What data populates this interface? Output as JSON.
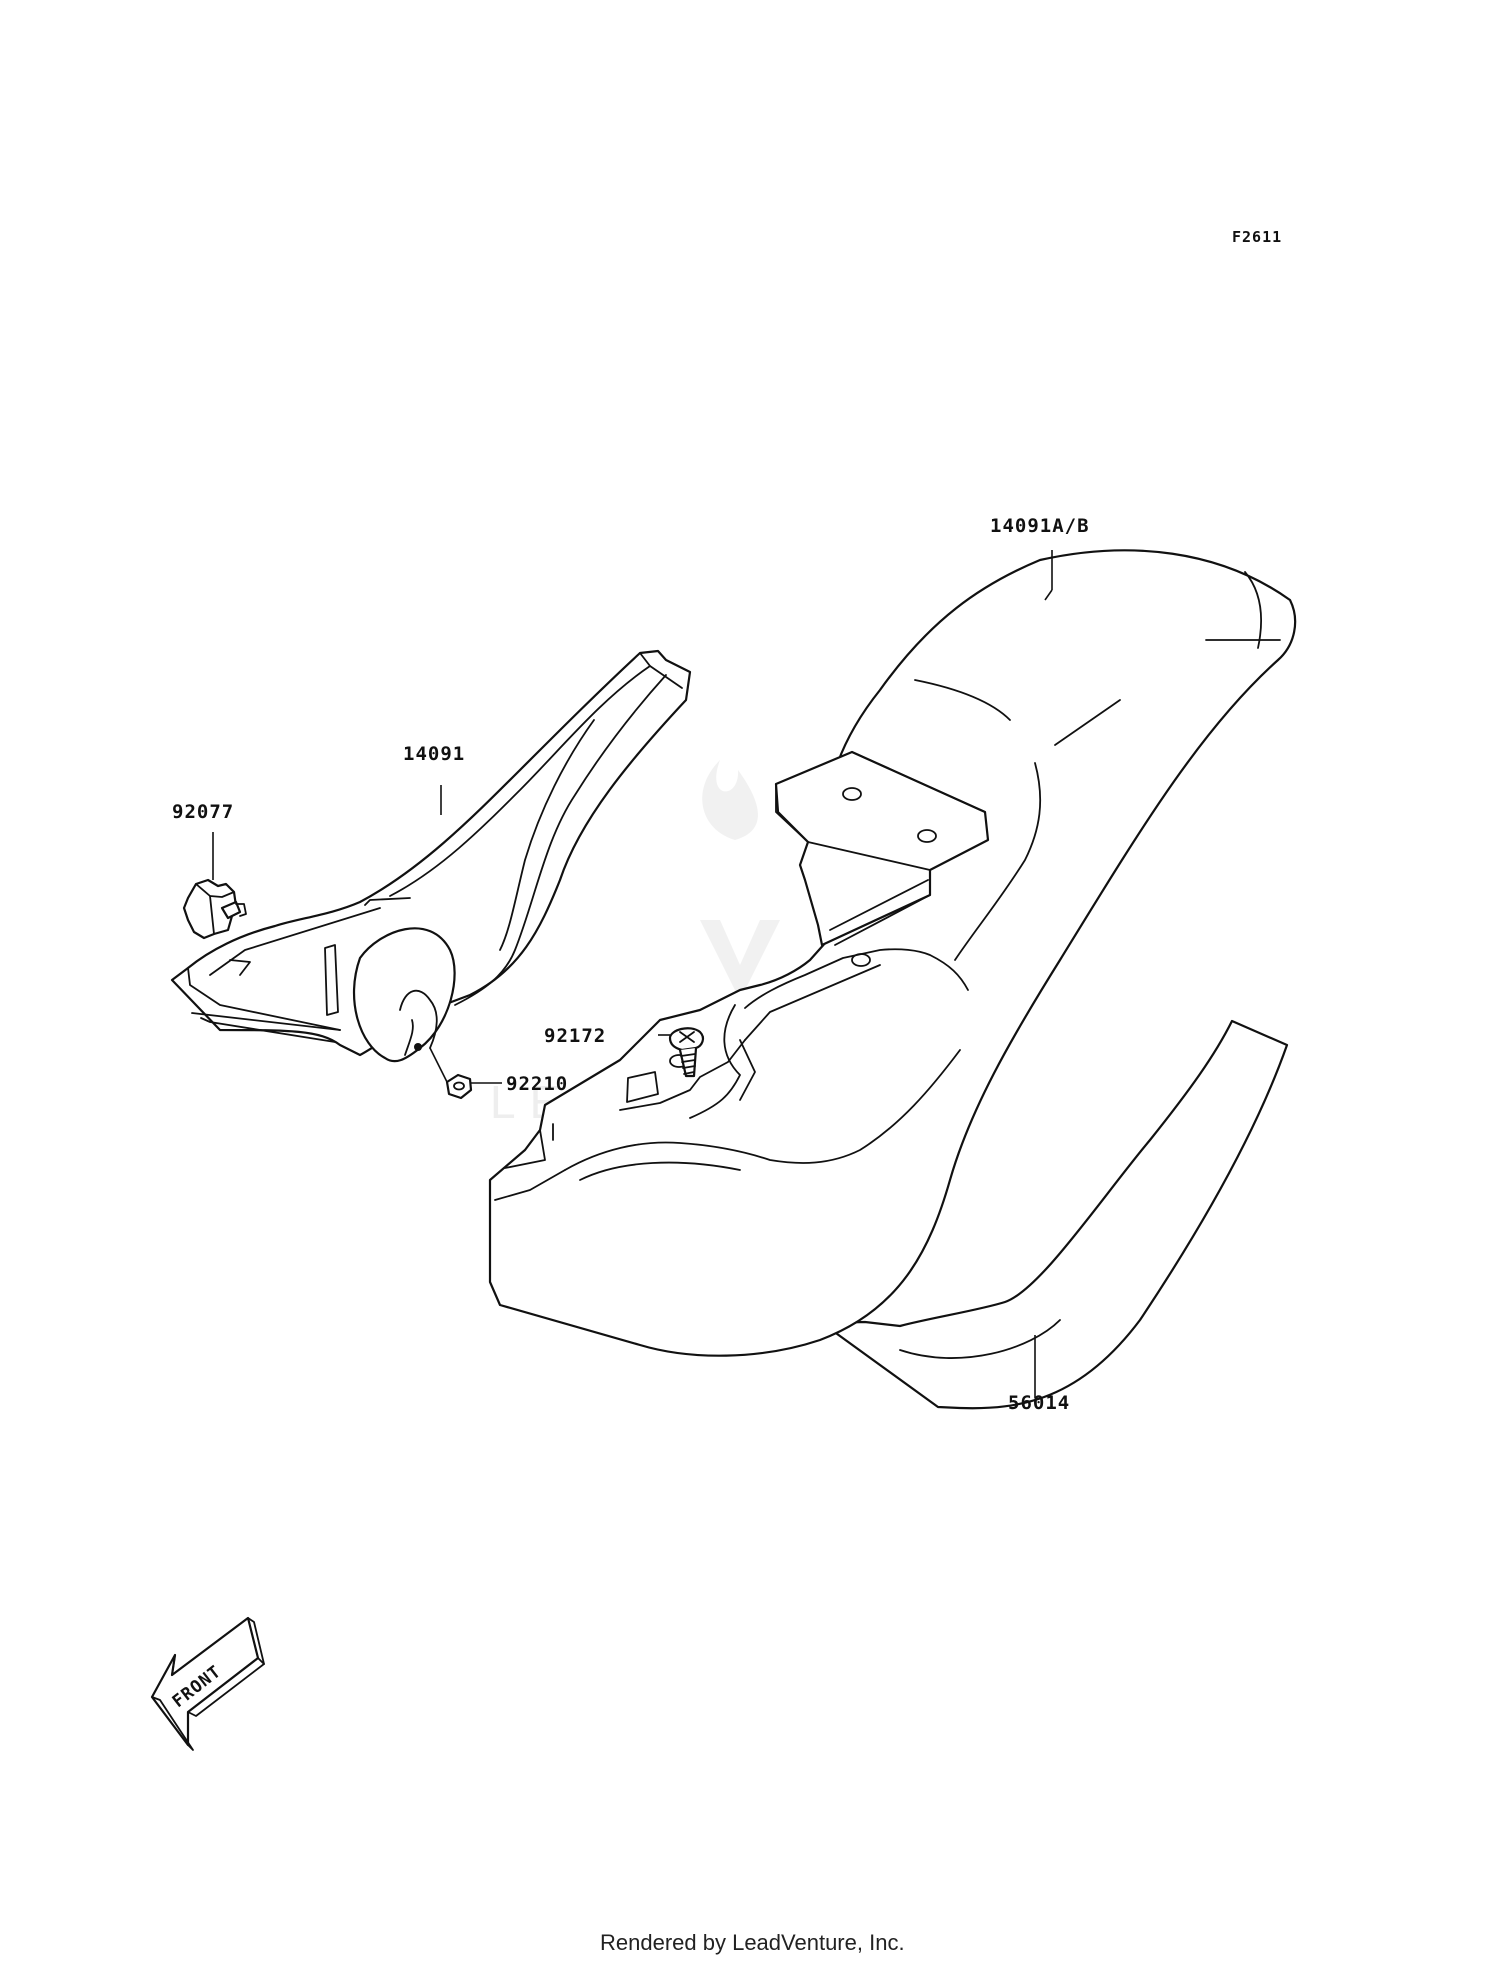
{
  "figure_code": "F2611",
  "callouts": {
    "seat_cover": "14091A/B",
    "side_cover": "14091",
    "knob": "92077",
    "bolt": "92172",
    "grommet": "92210",
    "pad": "56014"
  },
  "front_label": "FRONT",
  "watermark": "LEADVENTURE",
  "footer": "Rendered by LeadVenture, Inc.",
  "colors": {
    "ink": "#111111",
    "background": "#ffffff",
    "watermark": "#eeeeee"
  }
}
